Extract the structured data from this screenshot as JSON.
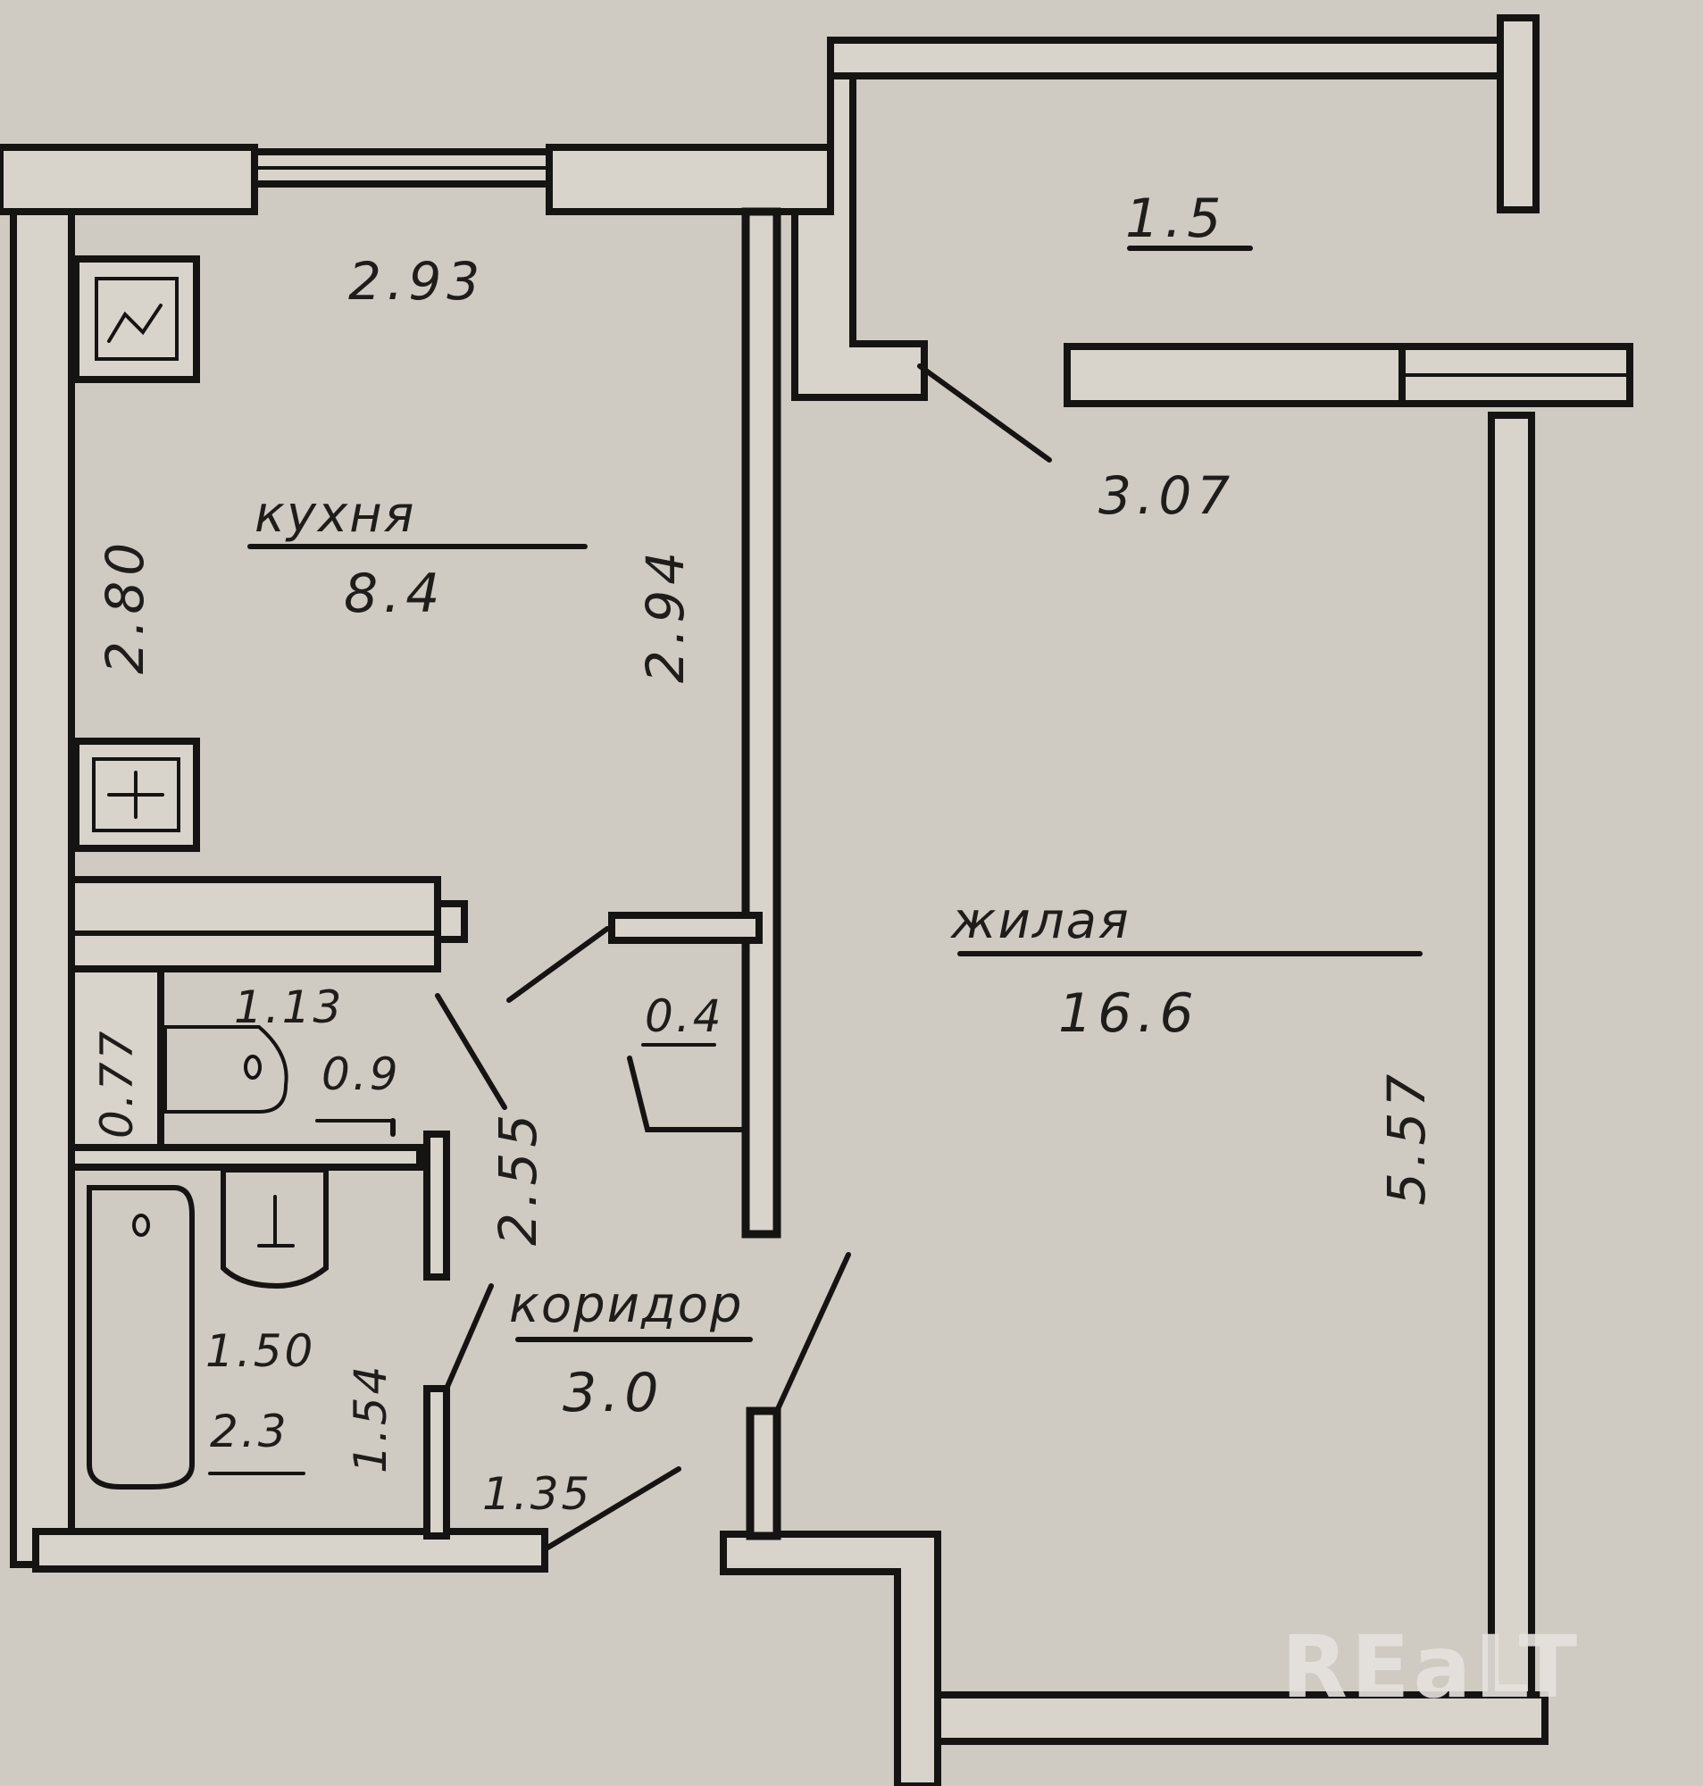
{
  "rooms": {
    "kitchen": {
      "name": "кухня",
      "area": "8.4"
    },
    "living": {
      "name": "жилая",
      "area": "16.6"
    },
    "corridor": {
      "name": "коридор",
      "area": "3.0"
    },
    "balcony": {
      "area": "1.5"
    },
    "toilet": {
      "area": "0.9"
    },
    "bathroom": {
      "area": "2.3"
    },
    "closet": {
      "area": "0.4"
    }
  },
  "dimensions": {
    "kitchen_width": "2.93",
    "kitchen_left_height": "2.80",
    "kitchen_right_height": "2.94",
    "living_top_width": "3.07",
    "living_height": "5.57",
    "toilet_width": "1.13",
    "toilet_depth": "0.77",
    "corridor_length": "2.55",
    "bathroom_width": "1.50",
    "bathroom_depth": "1.54",
    "corridor_width": "1.35"
  },
  "watermark": "REaLT"
}
